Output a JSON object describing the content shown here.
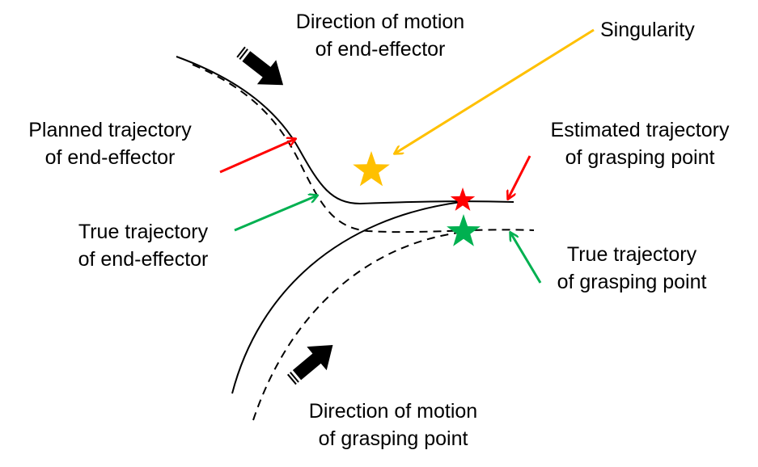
{
  "labels": {
    "motion_end_effector": {
      "line1": "Direction of motion",
      "line2": "of end-effector"
    },
    "singularity": "Singularity",
    "planned_trajectory": {
      "line1": "Planned trajectory",
      "line2": "of end-effector"
    },
    "estimated_trajectory": {
      "line1": "Estimated trajectory",
      "line2": "of grasping point"
    },
    "true_trajectory_end_effector": {
      "line1": "True trajectory",
      "line2": "of end-effector"
    },
    "true_trajectory_grasping": {
      "line1": "True trajectory",
      "line2": "of grasping point"
    },
    "motion_grasping_point": {
      "line1": "Direction of motion",
      "line2": "of grasping point"
    }
  },
  "colors": {
    "singularity_star": "#FFC000",
    "estimated_star": "#FF0000",
    "true_star": "#00B050",
    "red_arrow": "#FF0000",
    "green_arrow": "#00B050",
    "yellow_arrow": "#FFC000",
    "curves": "#000000"
  },
  "icons": [
    "motion-arrow-icon",
    "singularity-star-icon",
    "estimated-star-icon",
    "true-star-icon"
  ]
}
